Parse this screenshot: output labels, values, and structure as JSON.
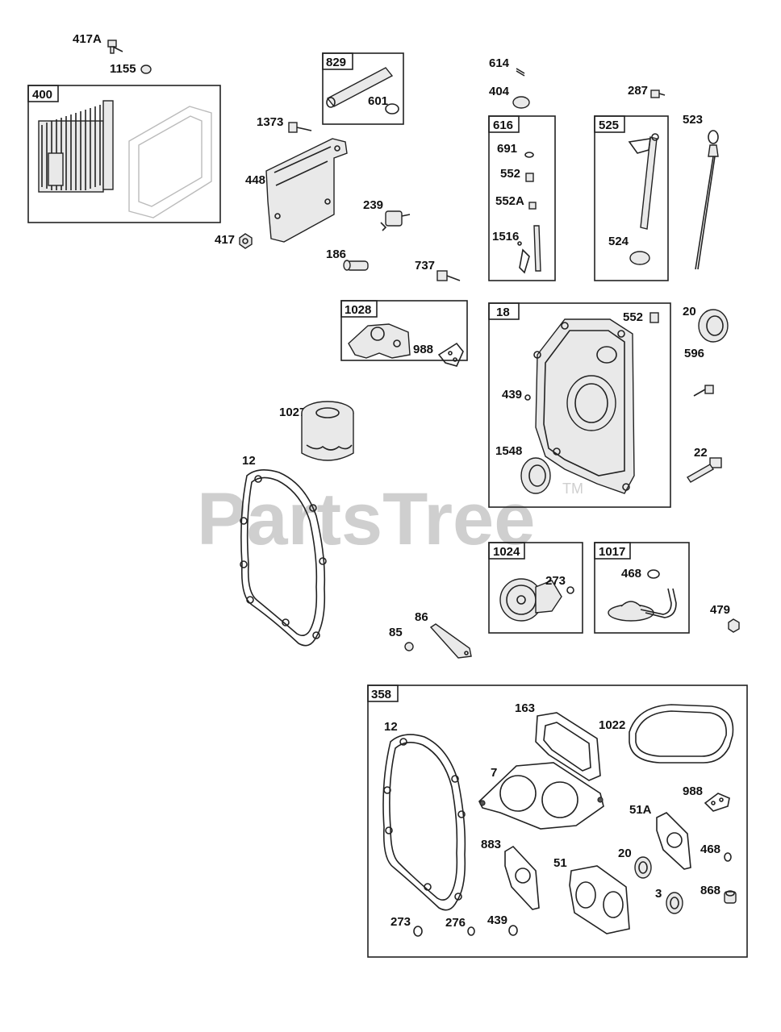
{
  "watermark": {
    "brand": "PartsTree",
    "trademark": "TM"
  },
  "groups": [
    {
      "id": "400",
      "label": "400"
    },
    {
      "id": "829",
      "label": "829"
    },
    {
      "id": "616",
      "label": "616"
    },
    {
      "id": "525",
      "label": "525"
    },
    {
      "id": "1028",
      "label": "1028"
    },
    {
      "id": "18",
      "label": "18"
    },
    {
      "id": "1024",
      "label": "1024"
    },
    {
      "id": "1017",
      "label": "1017"
    },
    {
      "id": "358",
      "label": "358"
    }
  ],
  "callouts": {
    "p417A": "417A",
    "p1155": "1155",
    "p829_601": "601",
    "p1373": "1373",
    "p448": "448",
    "p239": "239",
    "p417": "417",
    "p186": "186",
    "p737": "737",
    "p614": "614",
    "p404": "404",
    "p691": "691",
    "p552_616": "552",
    "p552A": "552A",
    "p1516": "1516",
    "p287": "287",
    "p523": "523",
    "p524": "524",
    "p988_1028": "988",
    "p552_18": "552",
    "p20": "20",
    "p439": "439",
    "p596": "596",
    "p1548": "1548",
    "p22": "22",
    "p1027": "1027",
    "p12": "12",
    "p273_1024": "273",
    "p468_1017": "468",
    "p479": "479",
    "p86": "86",
    "p85": "85",
    "k12": "12",
    "k163": "163",
    "k1022": "1022",
    "k7": "7",
    "k988": "988",
    "k51A": "51A",
    "k883": "883",
    "k51": "51",
    "k20": "20",
    "k468": "468",
    "k3": "3",
    "k868": "868",
    "k273": "273",
    "k276": "276",
    "k439": "439"
  },
  "colors": {
    "line": "#222222",
    "watermark": "#cfcfcf",
    "background": "#ffffff"
  }
}
